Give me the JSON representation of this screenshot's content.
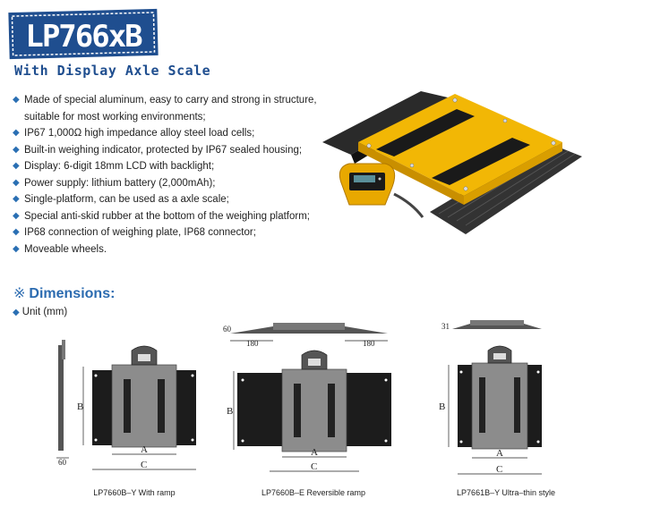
{
  "header": {
    "model": "LP766xB",
    "subtitle": "With Display Axle Scale"
  },
  "features": [
    "Made of special aluminum, easy to carry and strong in structure,",
    "suitable for most working environments;",
    "IP67 1,000Ω high impedance alloy steel load cells;",
    "Built-in weighing indicator, protected by IP67 sealed housing;",
    "Display: 6-digit 18mm LCD with backlight;",
    "Power supply: lithium battery (2,000mAh);",
    "Single-platform, can be used as a axle scale;",
    "Special anti-skid rubber at the bottom of the weighing platform;",
    "IP68 connection of weighing plate, IP68 connector;",
    "Moveable wheels."
  ],
  "dimensions": {
    "mark": "※",
    "title": "Dimensions:",
    "unit": "Unit (mm)",
    "diagrams": [
      {
        "caption": "LP7660B–Y With ramp",
        "labels": {
          "height": "60",
          "a": "A",
          "b": "B",
          "c": "C"
        }
      },
      {
        "caption": "LP7660B–E Reversible ramp",
        "labels": {
          "height": "60",
          "ramp_left": "180",
          "ramp_right": "180",
          "a": "A",
          "b": "B",
          "c": "C"
        }
      },
      {
        "caption": "LP7661B–Y Ultra–thin style",
        "labels": {
          "height": "31",
          "a": "A",
          "b": "B",
          "c": "C"
        }
      }
    ]
  },
  "colors": {
    "accent": "#1f4e8f",
    "platform_yellow": "#f2b705",
    "ramp_black": "#222222",
    "plate_gray": "#8c8c8c"
  }
}
